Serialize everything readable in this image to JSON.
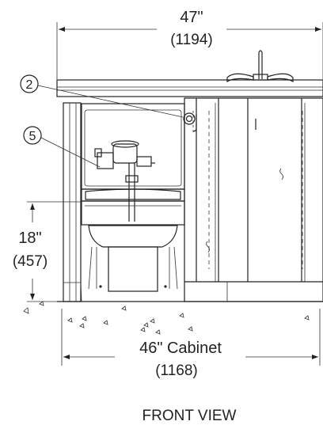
{
  "drawing": {
    "overall_width_in": "47\"",
    "overall_width_mm": "(1194)",
    "cabinet_width_in": "46\" Cabinet",
    "cabinet_width_mm": "(1168)",
    "height_in": "18\"",
    "height_mm": "(457)",
    "callouts": [
      "2",
      "5"
    ],
    "view_label": "FRONT VIEW"
  }
}
